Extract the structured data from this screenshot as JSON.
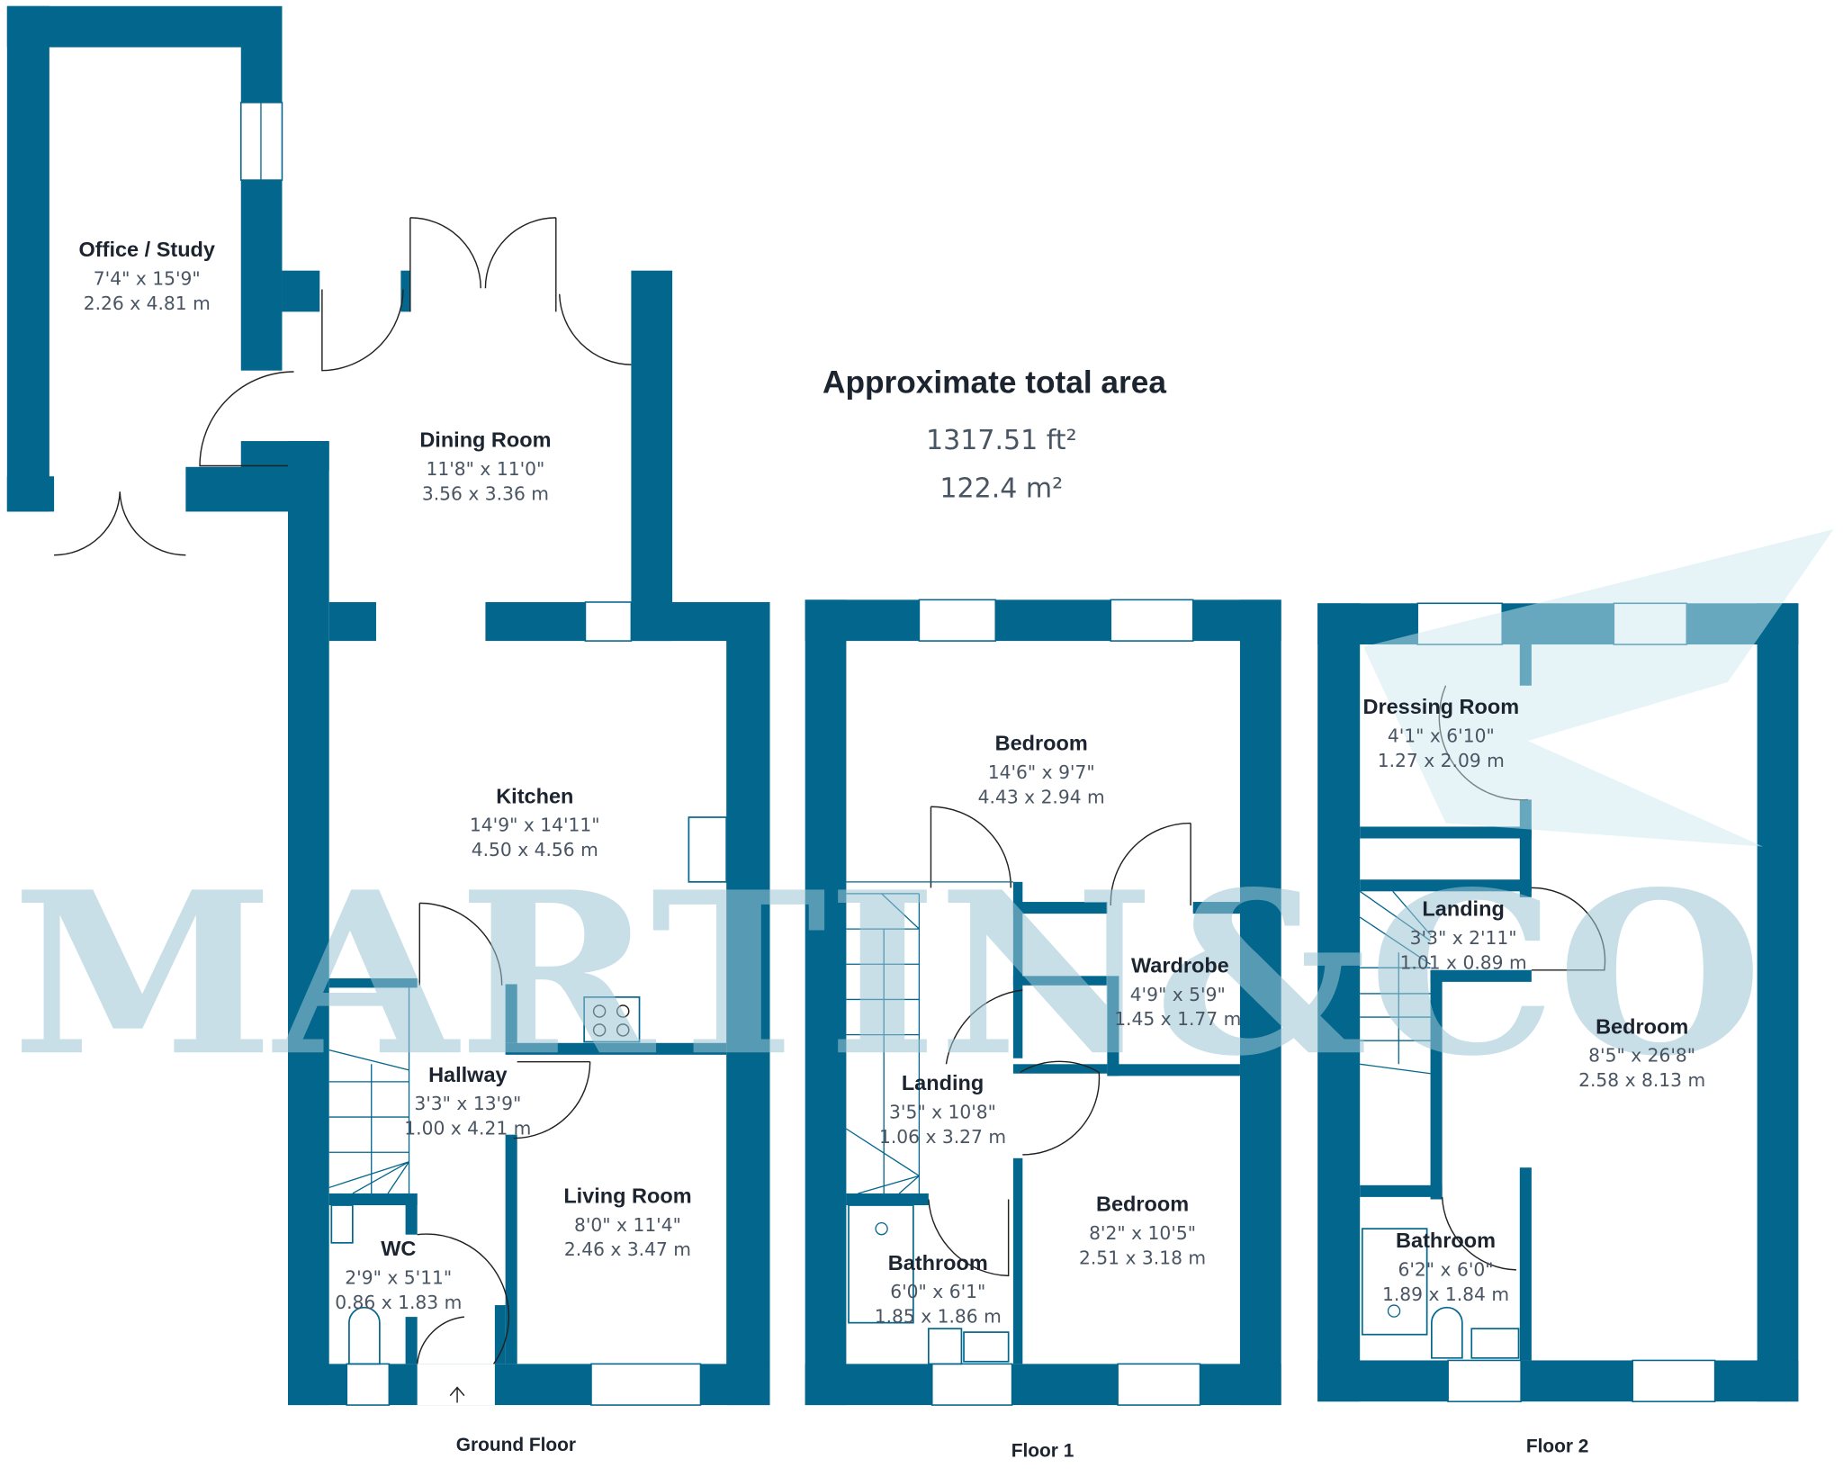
{
  "summary": {
    "title": "Approximate total area",
    "area_imperial": "1317.51 ft²",
    "area_metric": "122.4 m²"
  },
  "watermark": "MARTIN&CO",
  "colors": {
    "wall": "#03668c",
    "text": "#1c2430",
    "dims": "#4a5563",
    "watermark": "#9cc6d6"
  },
  "floors": [
    {
      "label": "Ground Floor",
      "rooms": [
        {
          "name": "Office / Study",
          "imperial": "7'4\" x 15'9\"",
          "metric": "2.26 x 4.81 m"
        },
        {
          "name": "Dining Room",
          "imperial": "11'8\" x 11'0\"",
          "metric": "3.56 x 3.36 m"
        },
        {
          "name": "Kitchen",
          "imperial": "14'9\" x 14'11\"",
          "metric": "4.50 x 4.56 m"
        },
        {
          "name": "Hallway",
          "imperial": "3'3\" x 13'9\"",
          "metric": "1.00 x 4.21 m"
        },
        {
          "name": "Living Room",
          "imperial": "8'0\" x 11'4\"",
          "metric": "2.46 x 3.47 m"
        },
        {
          "name": "WC",
          "imperial": "2'9\" x 5'11\"",
          "metric": "0.86 x 1.83 m"
        }
      ]
    },
    {
      "label": "Floor 1",
      "rooms": [
        {
          "name": "Bedroom",
          "imperial": "14'6\" x 9'7\"",
          "metric": "4.43 x 2.94 m"
        },
        {
          "name": "Wardrobe",
          "imperial": "4'9\" x 5'9\"",
          "metric": "1.45 x 1.77 m"
        },
        {
          "name": "Landing",
          "imperial": "3'5\" x 10'8\"",
          "metric": "1.06 x 3.27 m"
        },
        {
          "name": "Bedroom",
          "imperial": "8'2\" x 10'5\"",
          "metric": "2.51 x 3.18 m"
        },
        {
          "name": "Bathroom",
          "imperial": "6'0\" x 6'1\"",
          "metric": "1.85 x 1.86 m"
        }
      ]
    },
    {
      "label": "Floor 2",
      "rooms": [
        {
          "name": "Dressing Room",
          "imperial": "4'1\" x 6'10\"",
          "metric": "1.27 x 2.09 m"
        },
        {
          "name": "Landing",
          "imperial": "3'3\" x 2'11\"",
          "metric": "1.01 x 0.89 m"
        },
        {
          "name": "Bedroom",
          "imperial": "8'5\" x 26'8\"",
          "metric": "2.58 x 8.13 m"
        },
        {
          "name": "Bathroom",
          "imperial": "6'2\" x 6'0\"",
          "metric": "1.89 x 1.84 m"
        }
      ]
    }
  ]
}
